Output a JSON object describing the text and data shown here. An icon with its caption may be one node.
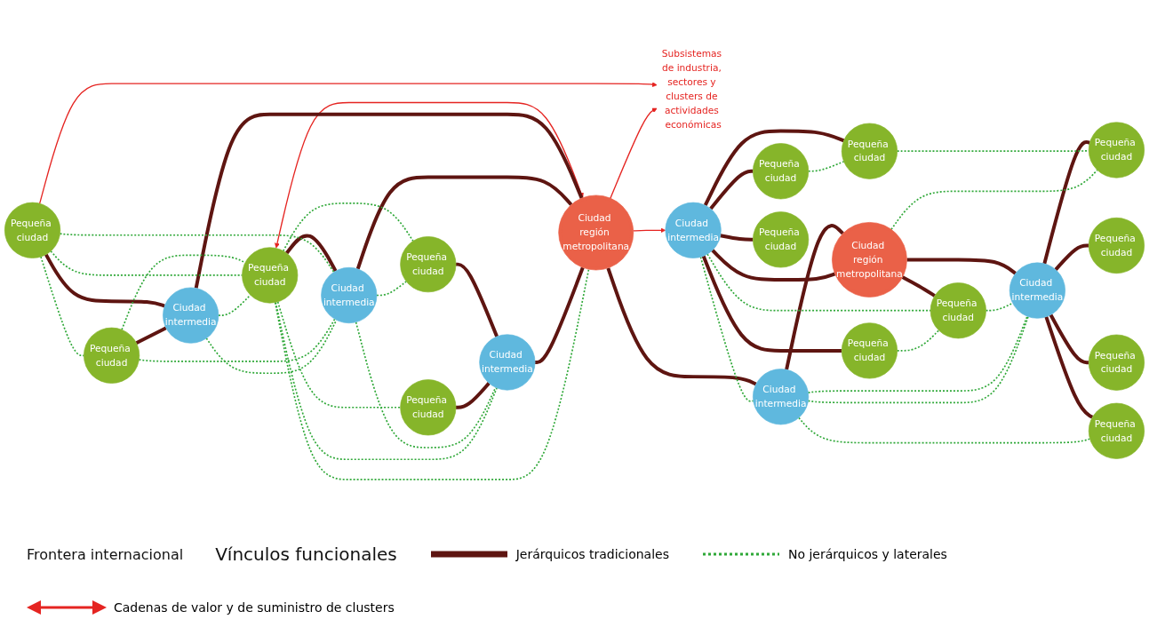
{
  "diagram": {
    "nodes": [
      {
        "text": [
          "Subsistemas de industria, sectores y clusters de actividades económicas"
        ]
      },
      {
        "text": [
          "Pequeña ciudad"
        ]
      },
      {
        "text": [
          "Pequeña ciudad"
        ]
      },
      {
        "text": [
          "Pequeña ciudad"
        ]
      },
      {
        "text": [
          "Pequeña ciudad"
        ]
      },
      {
        "text": [
          "Pequeña ciudad"
        ]
      },
      {
        "text": [
          "Ciudad intermedia"
        ]
      },
      {
        "text": [
          "Ciudad intermedia"
        ]
      },
      {
        "text": [
          "Ciudad intermedia"
        ]
      },
      {
        "text": [
          "Ciudad región metropolitana"
        ]
      },
      {
        "text": [
          "Ciudad intermedia"
        ]
      },
      {
        "text": [
          "Ciudad región metropolitana"
        ]
      },
      {
        "text": [
          "Ciudad intermedia"
        ]
      },
      {
        "text": [
          "Ciudad intermedia"
        ]
      },
      {
        "text": [
          "Pequeña ciudad"
        ]
      },
      {
        "text": [
          "Pequeña ciudad"
        ]
      },
      {
        "text": [
          "Pequeña ciudad"
        ]
      },
      {
        "text": [
          "Pequeña ciudad"
        ]
      },
      {
        "text": [
          "Pequeña ciudad"
        ]
      },
      {
        "text": [
          "Pequeña ciudad"
        ]
      },
      {
        "text": [
          "Pequeña ciudad"
        ]
      },
      {
        "text": [
          "Pequeña ciudad"
        ]
      },
      {
        "text": [
          "Pequeña ciudad"
        ]
      }
    ],
    "edges": [
      {
        "from": 1,
        "to": 0,
        "arrow": "to",
        "color": "#e52421"
      },
      {
        "from": 9,
        "to": 0,
        "arrow": "to",
        "color": "#e52421"
      },
      {
        "from": 9,
        "to": 12,
        "arrow": "to",
        "color": "#e52421"
      },
      {
        "from": 3,
        "to": 9,
        "arrow": "both",
        "color": "#e52421"
      },
      {
        "from": 1,
        "to": 6,
        "arrow": "none",
        "style": "thick",
        "color": "#5e1511"
      },
      {
        "from": 2,
        "to": 6,
        "arrow": "none",
        "style": "thick",
        "color": "#5e1511"
      },
      {
        "from": 6,
        "to": 9,
        "arrow": "none",
        "style": "thick",
        "color": "#5e1511"
      },
      {
        "from": 3,
        "to": 7,
        "arrow": "none",
        "style": "thick",
        "color": "#5e1511"
      },
      {
        "from": 7,
        "to": 9,
        "arrow": "none",
        "style": "thick",
        "color": "#5e1511"
      },
      {
        "from": 8,
        "to": 9,
        "arrow": "none",
        "style": "thick",
        "color": "#5e1511"
      },
      {
        "from": 4,
        "to": 8,
        "arrow": "none",
        "style": "thick",
        "color": "#5e1511"
      },
      {
        "from": 5,
        "to": 8,
        "arrow": "none",
        "style": "thick",
        "color": "#5e1511"
      },
      {
        "from": 9,
        "to": 10,
        "arrow": "none",
        "style": "thick",
        "color": "#5e1511"
      },
      {
        "from": 10,
        "to": 11,
        "arrow": "none",
        "style": "thick",
        "color": "#5e1511"
      },
      {
        "from": 11,
        "to": 12,
        "arrow": "none",
        "style": "thick",
        "color": "#5e1511"
      },
      {
        "from": 11,
        "to": 13,
        "arrow": "none",
        "style": "thick",
        "color": "#5e1511"
      },
      {
        "from": 11,
        "to": 18,
        "arrow": "none",
        "style": "thick",
        "color": "#5e1511"
      },
      {
        "from": 12,
        "to": 14,
        "arrow": "none",
        "style": "thick",
        "color": "#5e1511"
      },
      {
        "from": 12,
        "to": 15,
        "arrow": "none",
        "style": "thick",
        "color": "#5e1511"
      },
      {
        "from": 12,
        "to": 16,
        "arrow": "none",
        "style": "thick",
        "color": "#5e1511"
      },
      {
        "from": 12,
        "to": 17,
        "arrow": "none",
        "style": "thick",
        "color": "#5e1511"
      },
      {
        "from": 13,
        "to": 19,
        "arrow": "none",
        "style": "thick",
        "color": "#5e1511"
      },
      {
        "from": 13,
        "to": 20,
        "arrow": "none",
        "style": "thick",
        "color": "#5e1511"
      },
      {
        "from": 13,
        "to": 21,
        "arrow": "none",
        "style": "thick",
        "color": "#5e1511"
      },
      {
        "from": 13,
        "to": 22,
        "arrow": "none",
        "style": "thick",
        "color": "#5e1511"
      },
      {
        "from": 1,
        "to": 2,
        "arrow": "none",
        "style": "dashed",
        "color": "#2fa838"
      },
      {
        "from": 2,
        "to": 3,
        "arrow": "none",
        "style": "dashed",
        "color": "#2fa838"
      },
      {
        "from": 1,
        "to": 3,
        "arrow": "none",
        "style": "dashed",
        "color": "#2fa838"
      },
      {
        "from": 1,
        "to": 7,
        "arrow": "none",
        "style": "dashed",
        "color": "#2fa838"
      },
      {
        "from": 2,
        "to": 7,
        "arrow": "none",
        "style": "dashed",
        "color": "#2fa838"
      },
      {
        "from": 6,
        "to": 3,
        "arrow": "none",
        "style": "dashed",
        "color": "#2fa838"
      },
      {
        "from": 6,
        "to": 7,
        "arrow": "none",
        "style": "dashed",
        "color": "#2fa838"
      },
      {
        "from": 7,
        "to": 8,
        "arrow": "none",
        "style": "dashed",
        "color": "#2fa838"
      },
      {
        "from": 3,
        "to": 4,
        "arrow": "none",
        "style": "dashed",
        "color": "#2fa838"
      },
      {
        "from": 3,
        "to": 5,
        "arrow": "none",
        "style": "dashed",
        "color": "#2fa838"
      },
      {
        "from": 3,
        "to": 8,
        "arrow": "none",
        "style": "dashed",
        "color": "#2fa838"
      },
      {
        "from": 3,
        "to": 9,
        "arrow": "none",
        "style": "dashed",
        "color": "#2fa838"
      },
      {
        "from": 7,
        "to": 4,
        "arrow": "none",
        "style": "dashed",
        "color": "#2fa838"
      },
      {
        "from": 14,
        "to": 17,
        "arrow": "none",
        "style": "dashed",
        "color": "#2fa838"
      },
      {
        "from": 12,
        "to": 10,
        "arrow": "none",
        "style": "dashed",
        "color": "#2fa838"
      },
      {
        "from": 12,
        "to": 18,
        "arrow": "none",
        "style": "dashed",
        "color": "#2fa838"
      },
      {
        "from": 16,
        "to": 18,
        "arrow": "none",
        "style": "dashed",
        "color": "#2fa838"
      },
      {
        "from": 17,
        "to": 21,
        "arrow": "none",
        "style": "dashed",
        "color": "#2fa838"
      },
      {
        "from": 18,
        "to": 13,
        "arrow": "none",
        "style": "dashed",
        "color": "#2fa838"
      },
      {
        "from": 10,
        "to": 13,
        "arrow": "none",
        "style": "dashed",
        "color": "#2fa838"
      },
      {
        "from": 10,
        "to": 13,
        "arrow": "none",
        "style": "dashed",
        "color": "#2fa838"
      },
      {
        "from": 10,
        "to": 22,
        "arrow": "none",
        "style": "dashed",
        "color": "#2fa838"
      },
      {
        "from": 11,
        "to": 21,
        "arrow": "none",
        "style": "dashed",
        "color": "#2fa838"
      }
    ],
    "labels": [
      "Frontera internacional",
      "Vínculos funcionales"
    ],
    "legend": [
      {
        "text": "Jerárquicos tradicionales"
      },
      {
        "text": "No jerárquicos y laterales"
      },
      {
        "text": "Cadenas de valor y de suministro de clusters"
      }
    ]
  }
}
